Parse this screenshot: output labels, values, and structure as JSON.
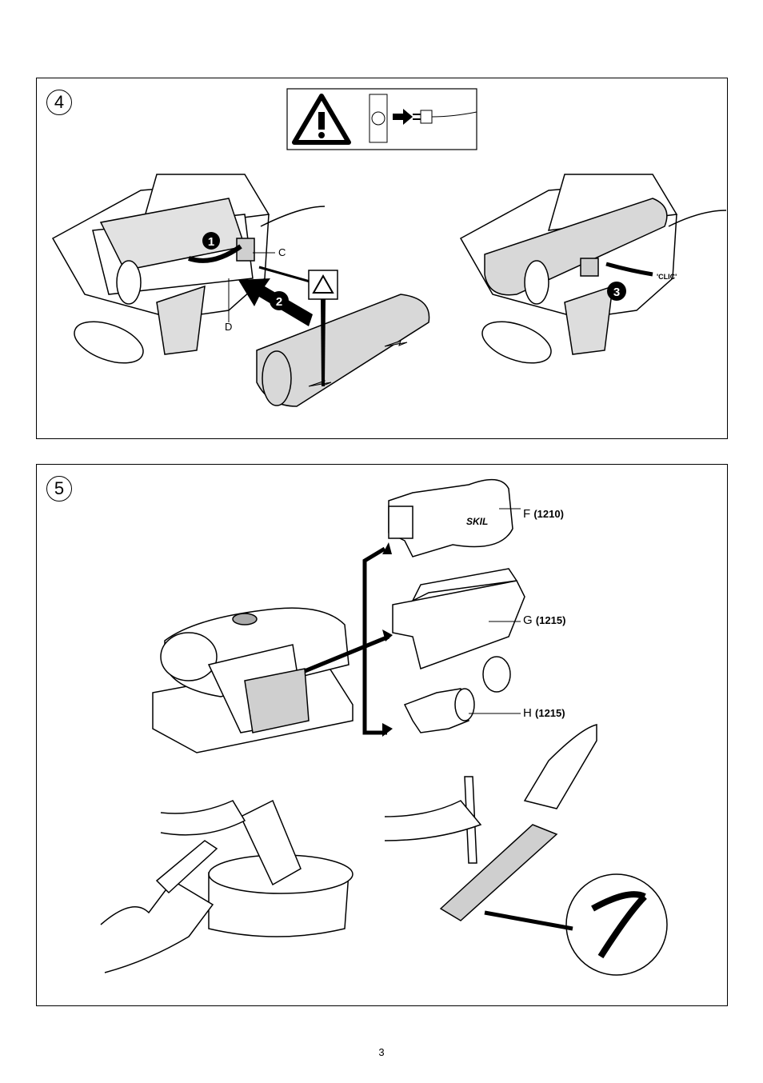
{
  "page_number": "3",
  "figure4": {
    "number": "4",
    "label_c": "C",
    "label_d": "D",
    "step1": "1",
    "step2": "2",
    "step3": "3",
    "clic": "'CLIC'"
  },
  "figure5": {
    "number": "5",
    "label_f": "F",
    "model_f": "(1210)",
    "label_g": "G",
    "model_g": "(1215)",
    "label_h": "H",
    "model_h": "(1215)",
    "brand_logo": "SKIL"
  }
}
